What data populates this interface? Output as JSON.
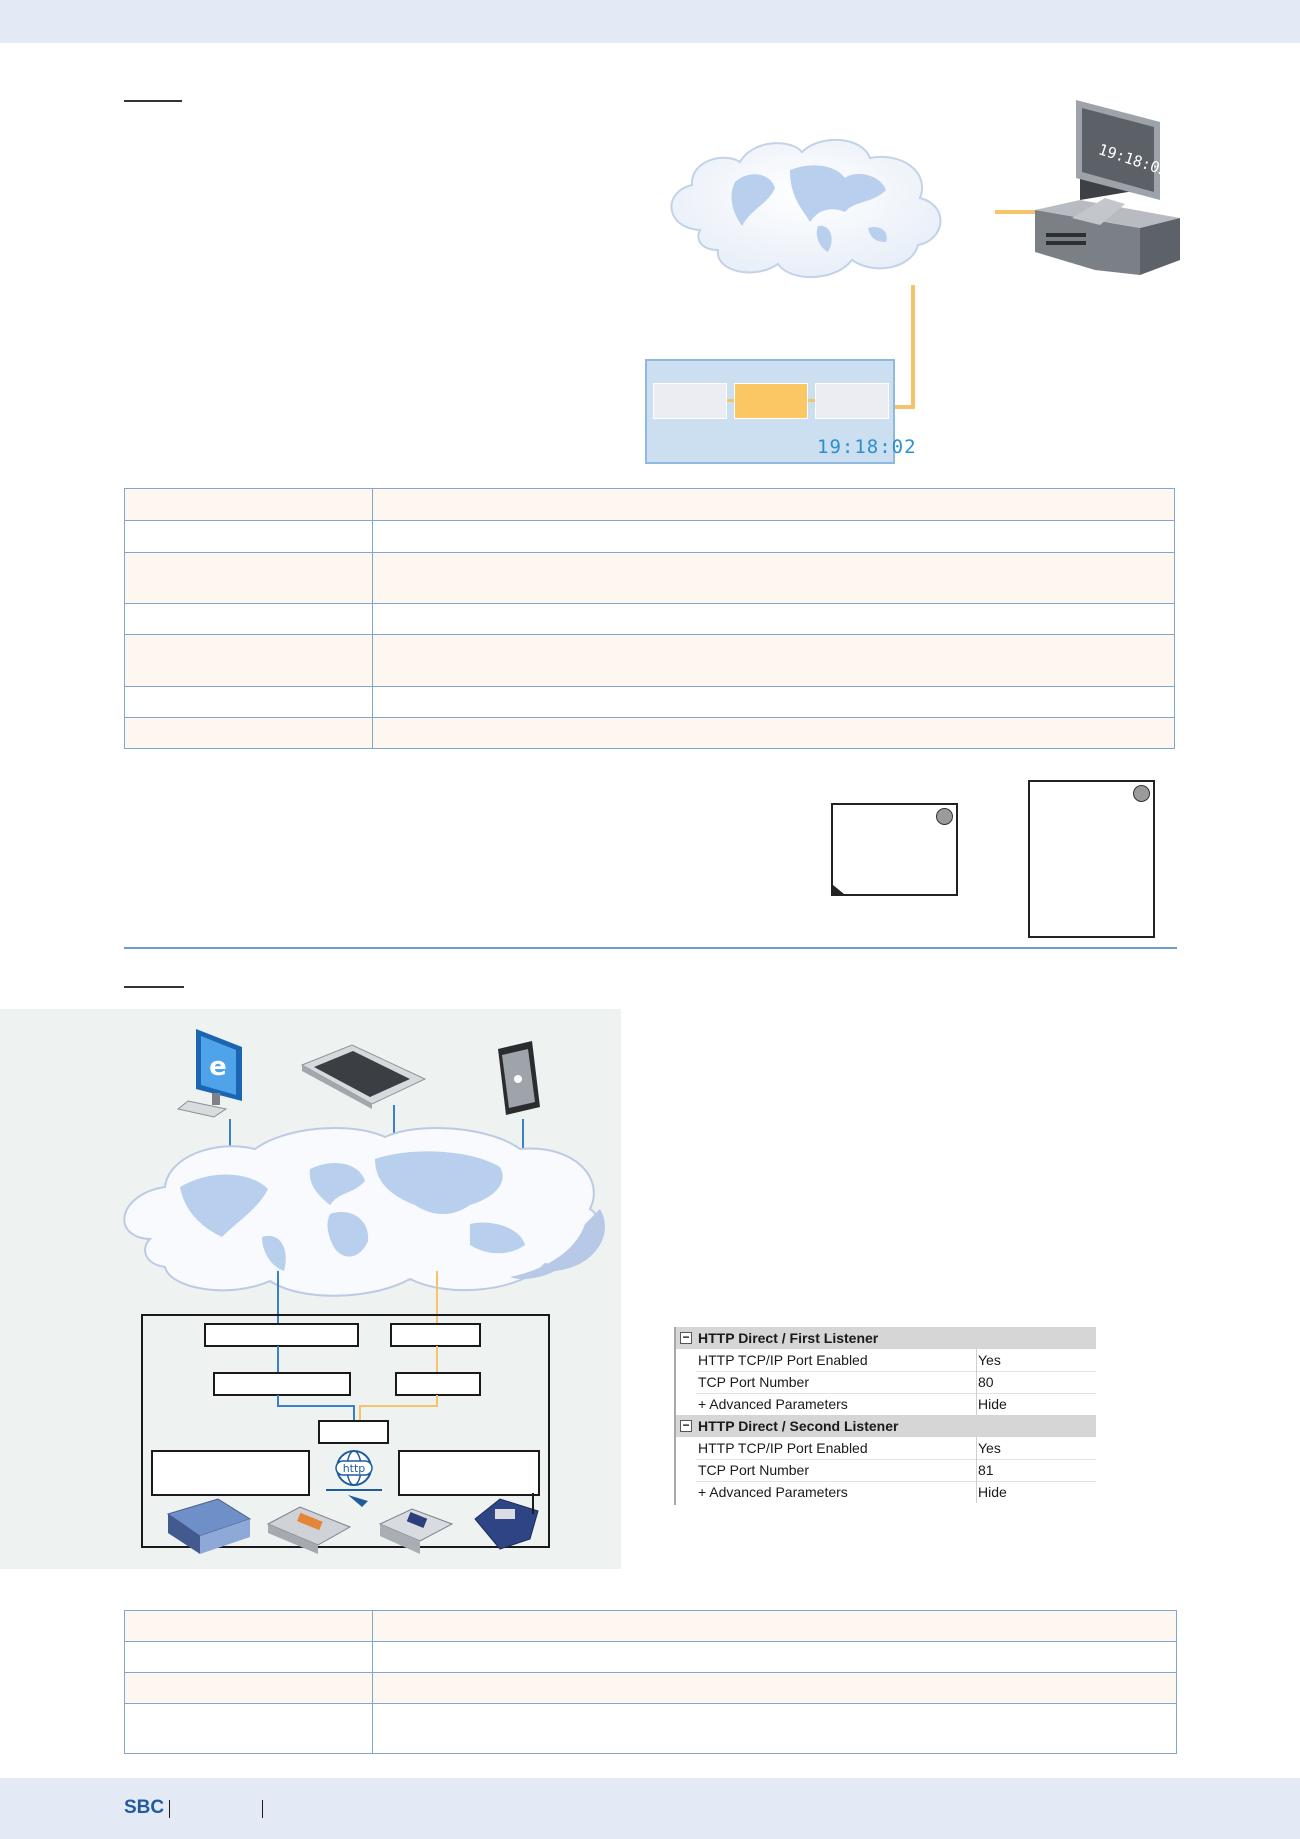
{
  "clock": {
    "time": "19:18:02"
  },
  "property_panel": {
    "groups": [
      {
        "title": "HTTP Direct / First Listener",
        "rows": [
          {
            "key": "HTTP TCP/IP Port Enabled",
            "value": "Yes"
          },
          {
            "key": "TCP Port Number",
            "value": "80"
          },
          {
            "key": "+ Advanced Parameters",
            "value": "Hide"
          }
        ]
      },
      {
        "title": "HTTP Direct / Second Listener",
        "rows": [
          {
            "key": "HTTP TCP/IP Port Enabled",
            "value": "Yes"
          },
          {
            "key": "TCP Port Number",
            "value": "81"
          },
          {
            "key": "+ Advanced Parameters",
            "value": "Hide"
          }
        ]
      }
    ]
  },
  "diagram2": {
    "badge": "http"
  },
  "footer": {
    "brand": "SBC"
  },
  "colors": {
    "band": "#e4e9f6",
    "accent_blue": "#1f5c9e",
    "link_orange": "#f7c36a",
    "table_border": "#7fa7cf",
    "table_alt_row": "#fdf7ef",
    "panel_bg": "#ccdff1"
  },
  "icons": [
    "computer-icon",
    "globe-cloud-icon",
    "internet-explorer-icon",
    "touch-panel-icon",
    "tablet-icon",
    "http-globe-icon",
    "controller-icon"
  ]
}
